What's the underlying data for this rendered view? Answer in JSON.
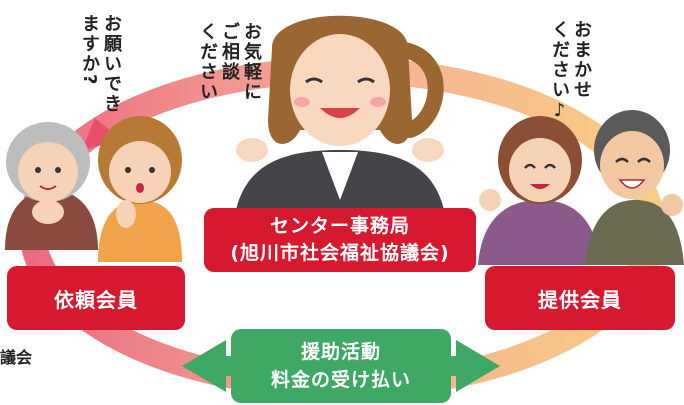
{
  "center_box": {
    "line1": "センター事務局",
    "line2": "(旭川市社会福祉協議会)"
  },
  "left_box": {
    "label": "依頼会員"
  },
  "right_box": {
    "label": "提供会員"
  },
  "activity_box": {
    "line1": "援助活動",
    "line2": "料金の受け払い"
  },
  "speech": {
    "left": [
      "お願いでき",
      "ますか?"
    ],
    "center": [
      "お気軽に",
      "ご相談",
      "ください"
    ],
    "right": [
      "おまかせ",
      "ください♪"
    ]
  },
  "partial_text": "議会",
  "colors": {
    "red": "#d7192f",
    "green": "#3ea864",
    "ring_start": "#e8506a",
    "ring_end": "#f6c46a"
  }
}
